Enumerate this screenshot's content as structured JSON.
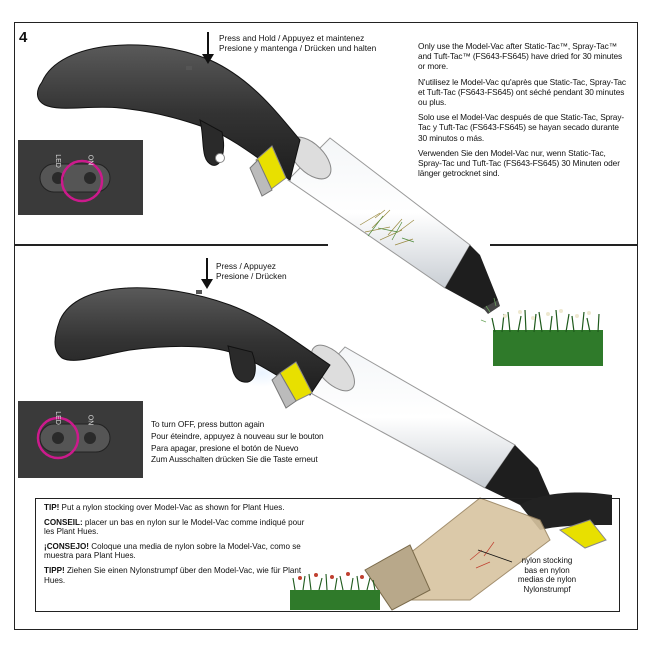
{
  "step_number": "4",
  "top_panel": {
    "press_label_line1": "Press and Hold / Appuyez et maintenez",
    "press_label_line2": "Presione y mantenga / Drücken und halten",
    "instructions": [
      "Only use the Model-Vac after Static-Tac™, Spray-Tac™ and Tuft-Tac™ (FS643-FS645) have dried for 30 minutes or more.",
      "N'utilisez le Model-Vac qu'après que Static-Tac, Spray-Tac et Tuft-Tac (FS643-FS645) ont séché pendant 30 minutes ou plus.",
      "Solo use el Model-Vac después de que Static-Tac, Spray-Tac y Tuft-Tac (FS643-FS645) se hayan secado durante 30 minutos o más.",
      "Verwenden Sie den Model-Vac nur, wenn Static-Tac, Spray-Tac und Tuft-Tac (FS643-FS645) 30 Minuten oder länger getrocknet sind."
    ],
    "switch_led": "LED",
    "switch_on": "ON"
  },
  "middle_panel": {
    "press_label_line1": "Press / Appuyez",
    "press_label_line2": "Presione / Drücken",
    "turn_off": [
      "To turn OFF, press button again",
      "Pour éteindre, appuyez à nouveau sur le bouton",
      "Para apagar, presione el botón de Nuevo",
      "Zum Ausschalten drücken Sie die Taste erneut"
    ],
    "switch_led": "LED",
    "switch_on": "ON"
  },
  "tip": {
    "items": [
      {
        "label": "TIP!",
        "text": "Put a nylon stocking over Model-Vac as shown for Plant Hues."
      },
      {
        "label": "CONSEIL:",
        "text": "placer un bas en nylon sur le Model-Vac comme indiqué pour les Plant Hues."
      },
      {
        "label": "¡CONSEJO!",
        "text": "Coloque una media de nylon sobre la Model-Vac, como se muestra para Plant Hues."
      },
      {
        "label": "TIPP!",
        "text": "Ziehen Sie einen Nylonstrumpf über den Model-Vac, wie für Plant Hues."
      }
    ],
    "stocking_labels": [
      "nylon stocking",
      "bas en nylon",
      "medias de nylon",
      "Nylonstrumpf"
    ]
  },
  "colors": {
    "handle": "#3a3a3a",
    "accent_yellow": "#e8e000",
    "ring_magenta": "#cc1a8c",
    "grass_green": "#2f7a2a",
    "stocking_tan": "#d8c4a0"
  }
}
